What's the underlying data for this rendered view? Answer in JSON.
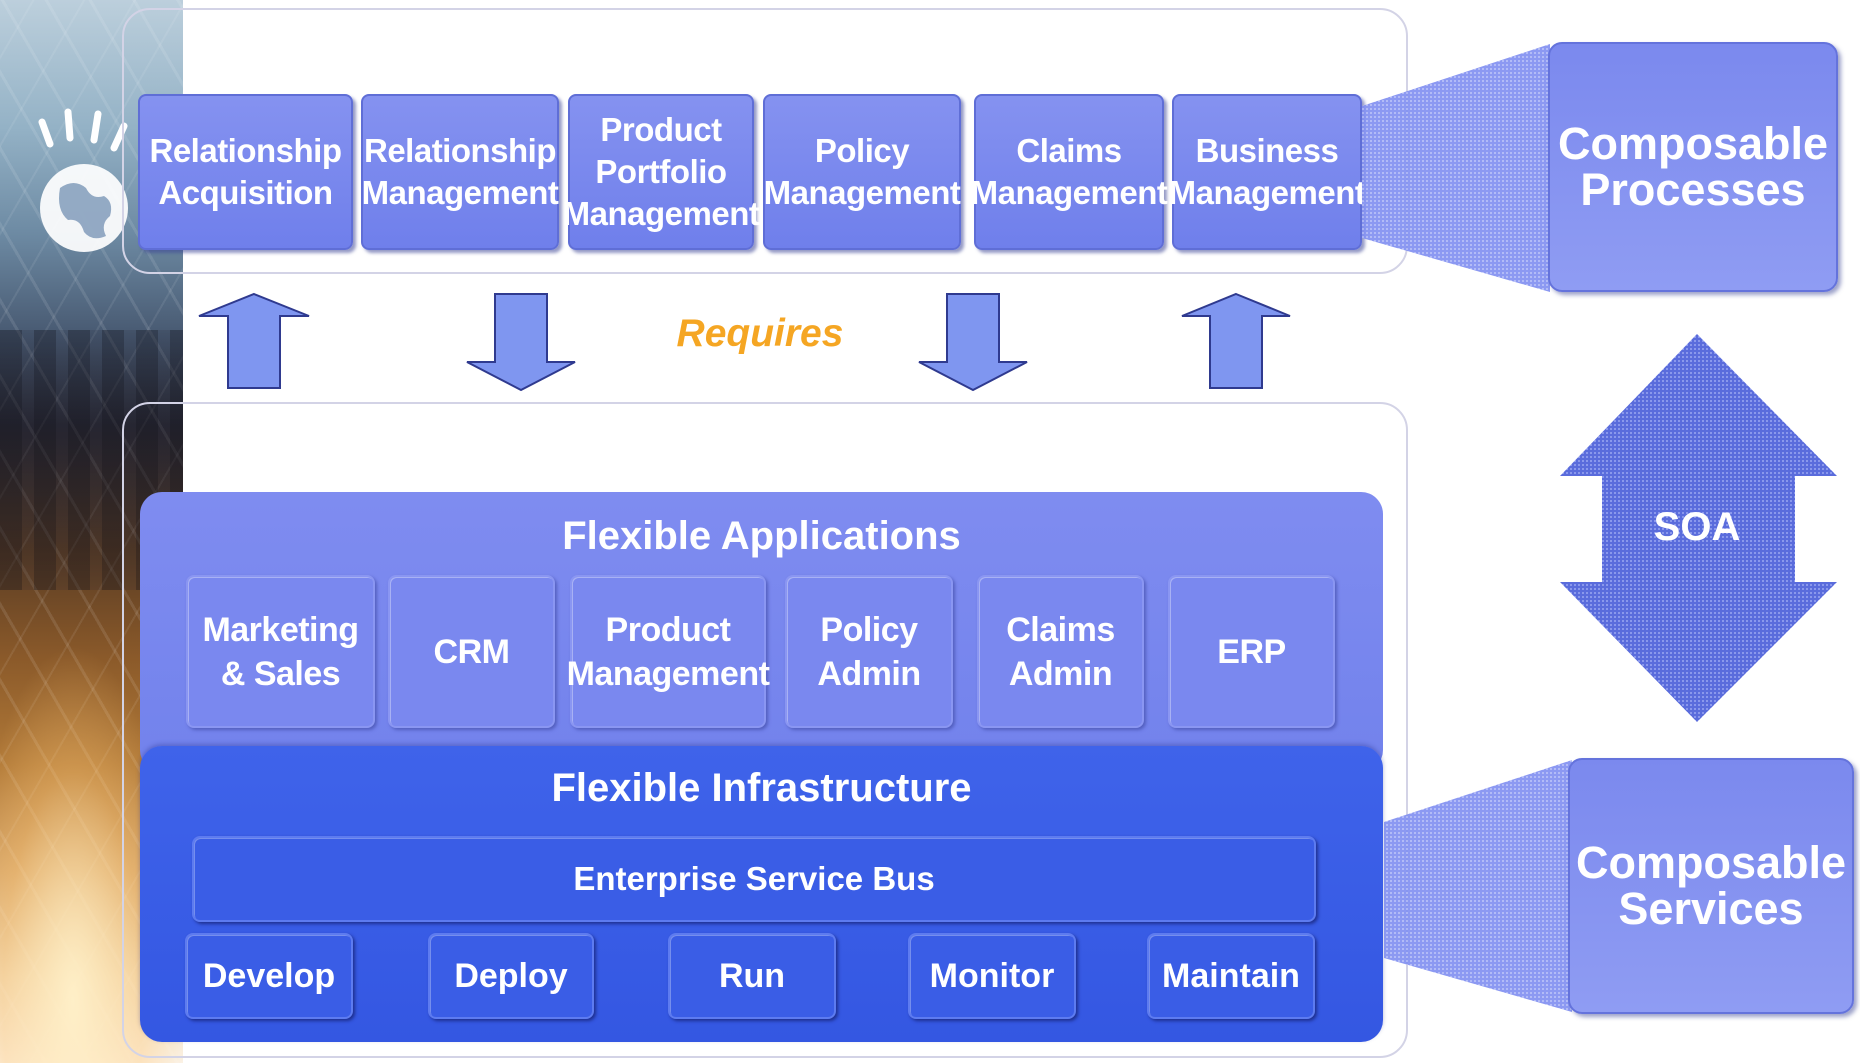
{
  "processes": {
    "items": [
      {
        "label": "Relationship\nAcquisition"
      },
      {
        "label": "Relationship\nManagement"
      },
      {
        "label": "Product\nPortfolio\nManagement"
      },
      {
        "label": "Policy\nManagement"
      },
      {
        "label": "Claims\nManagement"
      },
      {
        "label": "Business\nManagement"
      }
    ]
  },
  "requires_label": "Requires",
  "applications": {
    "title": "Flexible Applications",
    "items": [
      {
        "label": "Marketing\n& Sales"
      },
      {
        "label": "CRM"
      },
      {
        "label": "Product\nManagement"
      },
      {
        "label": "Policy\nAdmin"
      },
      {
        "label": "Claims\nAdmin"
      },
      {
        "label": "ERP"
      }
    ]
  },
  "infrastructure": {
    "title": "Flexible Infrastructure",
    "esb_label": "Enterprise Service Bus",
    "lifecycle": [
      {
        "label": "Develop"
      },
      {
        "label": "Deploy"
      },
      {
        "label": "Run"
      },
      {
        "label": "Monitor"
      },
      {
        "label": "Maintain"
      }
    ]
  },
  "side": {
    "processes_label": "Composable\nProcesses",
    "services_label": "Composable\nServices",
    "soa_label": "SOA"
  },
  "colors": {
    "process_box": "#7a88ef",
    "infrastructure": "#3a5de6",
    "requires_text": "#f5a623",
    "arrow_fill": "#7f96f0"
  }
}
